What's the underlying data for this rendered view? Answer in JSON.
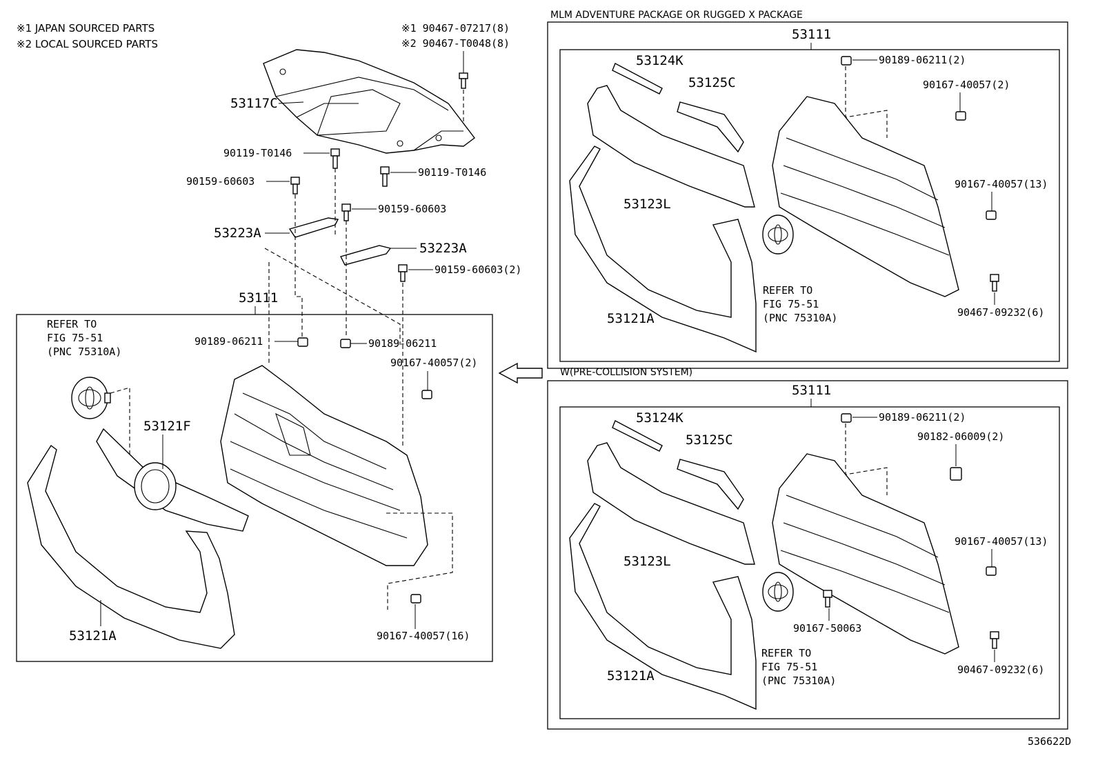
{
  "notes": {
    "n1": "※1 JAPAN SOURCED PARTS",
    "n2": "※2 LOCAL SOURCED PARTS"
  },
  "top_bolts": {
    "b1": "※1 90467-07217(8)",
    "b2": "※2 90467-T0048(8)"
  },
  "main": {
    "p53117c": "53117C",
    "p90119a": "90119-T0146",
    "p90119b": "90119-T0146",
    "p90159a": "90159-60603",
    "p90159b": "90159-60603",
    "p90159c": "90159-60603(2)",
    "p53223a1": "53223A",
    "p53223a2": "53223A",
    "p53111": "53111",
    "refer1": "REFER TO",
    "refer2": "FIG 75-51",
    "refer3": "(PNC 75310A)",
    "p90189a": "90189-06211",
    "p90189b": "90189-06211",
    "p90167a": "90167-40057(2)",
    "p53121f": "53121F",
    "p53121a": "53121A",
    "p90167b": "90167-40057(16)"
  },
  "panel1": {
    "header": "MLM ADVENTURE PACKAGE OR RUGGED X PACKAGE",
    "p53111": "53111",
    "p53124k": "53124K",
    "p53125c": "53125C",
    "p90189": "90189-06211(2)",
    "p90167a": "90167-40057(2)",
    "p90167b": "90167-40057(13)",
    "p53123l": "53123L",
    "refer1": "REFER TO",
    "refer2": "FIG 75-51",
    "refer3": "(PNC 75310A)",
    "p53121a": "53121A",
    "p90467": "90467-09232(6)"
  },
  "panel2": {
    "header": "W(PRE-COLLISION SYSTEM)",
    "p53111": "53111",
    "p53124k": "53124K",
    "p53125c": "53125C",
    "p90189": "90189-06211(2)",
    "p90182": "90182-06009(2)",
    "p90167a": "90167-40057(13)",
    "p53123l": "53123L",
    "p90167b": "90167-50063",
    "refer1": "REFER TO",
    "refer2": "FIG 75-51",
    "refer3": "(PNC 75310A)",
    "p53121a": "53121A",
    "p90467": "90467-09232(6)"
  },
  "figure_id": "536622D"
}
